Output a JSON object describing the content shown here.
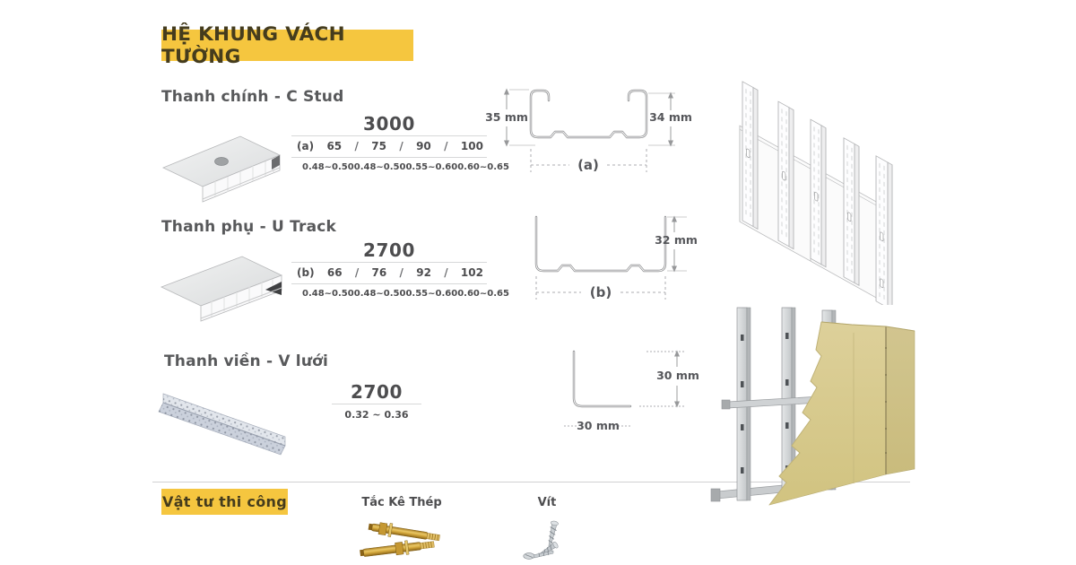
{
  "title_banner": {
    "label": "HỆ KHUNG VÁCH TƯỜNG"
  },
  "sections": {
    "c_stud": {
      "heading": "Thanh chính - C Stud",
      "length": "3000",
      "prefix": "(a)",
      "sep": "/",
      "sizes": [
        "65",
        "75",
        "90",
        "100"
      ],
      "thicknesses": [
        "0.48~0.50",
        "0.48~0.50",
        "0.55~0.60",
        "0.60~0.65"
      ],
      "diagram": {
        "dim_left": "35 mm",
        "dim_right": "34 mm",
        "caption": "(a)"
      }
    },
    "u_track": {
      "heading": "Thanh phụ - U Track",
      "length": "2700",
      "prefix": "(b)",
      "sep": "/",
      "sizes": [
        "66",
        "76",
        "92",
        "102"
      ],
      "thicknesses": [
        "0.48~0.50",
        "0.48~0.50",
        "0.55~0.60",
        "0.60~0.65"
      ],
      "diagram": {
        "dim_right": "32 mm",
        "caption": "(b)"
      }
    },
    "v_bead": {
      "heading": "Thanh viền - V lưới",
      "length": "2700",
      "thickness": "0.32 ~ 0.36",
      "diagram": {
        "dim_right": "30 mm",
        "dim_bottom": "30 mm"
      }
    }
  },
  "materials": {
    "heading": "Vật tư thi công",
    "items": [
      {
        "label": "Tắc Kê Thép"
      },
      {
        "label": "Vít"
      }
    ]
  },
  "colors": {
    "accent": "#F5C63F",
    "banner_text": "#453C1D",
    "heading": "#58595B",
    "body_text": "#4D4D4F",
    "board": "#D6C987",
    "steel": "#D8DADC"
  }
}
